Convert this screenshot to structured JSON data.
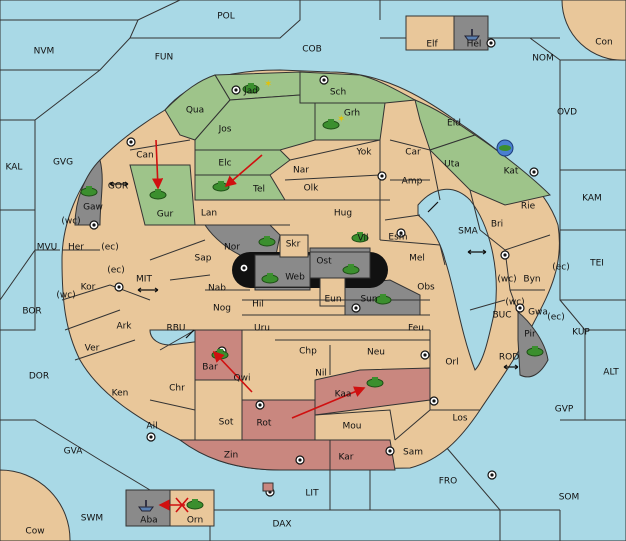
{
  "seas": {
    "POL": "POL",
    "FUN": "FUN",
    "COB": "COB",
    "NVM": "NVM",
    "NOM": "NOM",
    "Con": "Con",
    "OVD": "OVD",
    "KAL": "KAL",
    "GVG": "GVG",
    "GOR": "GOR",
    "KAM": "KAM",
    "MVU": "MVU",
    "MIT": "MIT",
    "SMA": "SMA",
    "TEI": "TEI",
    "BOR": "BOR",
    "RBU": "RBU",
    "BUC": "BUC",
    "KUP": "KUP",
    "DOR": "DOR",
    "ROD": "ROD",
    "ALT": "ALT",
    "GVP": "GVP",
    "GVA": "GVA",
    "FRO": "FRO",
    "SOM": "SOM",
    "SWM": "SWM",
    "LIT": "LIT",
    "DAX": "DAX",
    "Cow": "Cow"
  },
  "territories": {
    "Elf": "Elf",
    "Hel": "Hel",
    "Jad": "Jad",
    "Sch": "Sch",
    "Qua": "Qua",
    "Grh": "Grh",
    "Jos": "Jos",
    "Eld": "Eld",
    "Can": "Can",
    "Yok": "Yok",
    "Car": "Car",
    "Uta": "Uta",
    "Kat": "Kat",
    "Elc": "Elc",
    "Nar": "Nar",
    "Gaw": "Gaw",
    "Gur": "Gur",
    "Tel": "Tel",
    "Olk": "Olk",
    "Amp": "Amp",
    "Rie": "Rie",
    "Lan": "Lan",
    "Hug": "Hug",
    "Bri": "Bri",
    "Her": "Her",
    "Nor": "Nor",
    "Vil": "Vil",
    "Esm": "Esm",
    "Skr": "Skr",
    "Sap": "Sap",
    "Ost": "Ost",
    "Mel": "Mel",
    "Byn": "Byn",
    "Web": "Web",
    "Kor": "Kor",
    "Nab": "Nab",
    "Obs": "Obs",
    "Eun": "Eun",
    "Sun": "Sun",
    "Gwa": "Gwa",
    "Hil": "Hil",
    "Nog": "Nog",
    "Ark": "Ark",
    "Uru": "Uru",
    "Feu": "Feu",
    "Pir": "Pir",
    "Ver": "Ver",
    "Chp": "Chp",
    "Neu": "Neu",
    "Bar": "Bar",
    "Orl": "Orl",
    "Qwi": "Qwi",
    "Nil": "Nil",
    "Ken": "Ken",
    "Chr": "Chr",
    "Kaa": "Kaa",
    "Rot": "Rot",
    "Los": "Los",
    "Ail": "Ail",
    "Sot": "Sot",
    "Mou": "Mou",
    "Zin": "Zin",
    "Kar": "Kar",
    "Sam": "Sam",
    "Aba": "Aba",
    "Orn": "Orn"
  },
  "coast_tags": {
    "wc_her": "(wc)",
    "ec_her": "(ec)",
    "ec_kor": "(ec)",
    "wc_kor": "(wc)",
    "wc_byn": "(wc)",
    "ec_byn": "(ec)",
    "wc_gwa": "(wc)",
    "ec_gwa": "(ec)"
  },
  "colors": {
    "sea": "#a9d9e6",
    "neutral_land": "#e9c79a",
    "green_power": "#9ec48a",
    "gray_power": "#8a8a8a",
    "red_power": "#c9877f",
    "order_arrow": "#d01010"
  }
}
